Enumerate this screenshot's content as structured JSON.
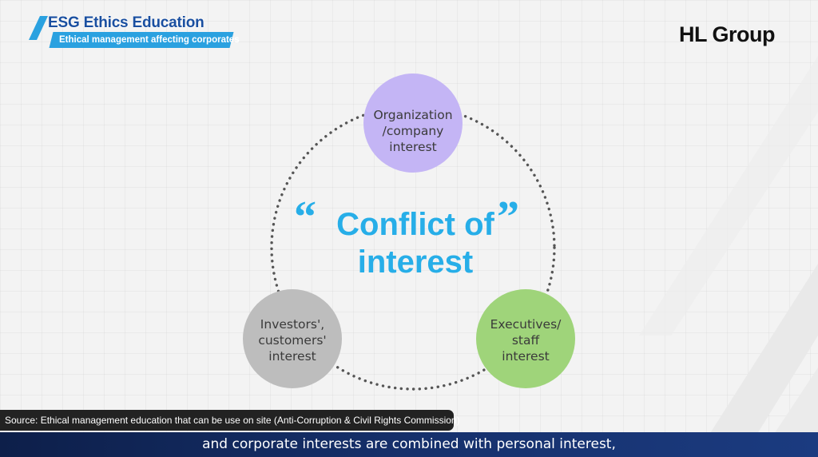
{
  "header": {
    "title": "ESG  Ethics Education",
    "subtitle": "Ethical management affecting corporates"
  },
  "logo": {
    "text": "HL Group"
  },
  "diagram": {
    "center": {
      "open_quote": "“",
      "close_quote": "”",
      "title": "Conflict of\ninterest"
    },
    "nodes": [
      {
        "label": "Organization\n/company\ninterest",
        "color": "#c4b5f5"
      },
      {
        "label": "Executives/\nstaff\ninterest",
        "color": "#9fd47a"
      },
      {
        "label": "Investors',\ncustomers'\ninterest",
        "color": "#bdbdbd"
      }
    ],
    "accent_color": "#27aee8",
    "ring_color": "#555555"
  },
  "source": {
    "text": "Source: Ethical management education that can be use on site (Anti-Corruption & Civil Rights Commission)"
  },
  "caption": {
    "text": "and corporate interests are combined with personal interest,"
  }
}
